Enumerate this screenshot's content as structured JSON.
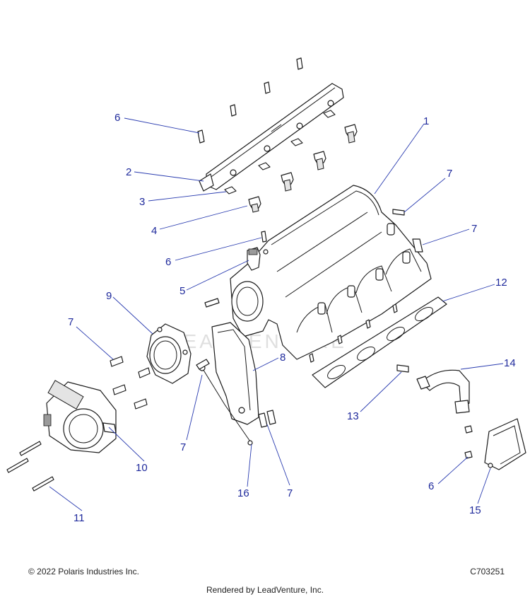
{
  "watermark": "LEADVENTURE",
  "callouts": [
    "1",
    "2",
    "3",
    "4",
    "5",
    "6",
    "6",
    "6",
    "7",
    "7",
    "7",
    "7",
    "7",
    "8",
    "9",
    "10",
    "11",
    "12",
    "13",
    "14",
    "15",
    "16"
  ],
  "footer": {
    "copyright": "© 2022 Polaris Industries Inc.",
    "code": "C703251",
    "rendered_by": "Rendered by LeadVenture, Inc."
  }
}
